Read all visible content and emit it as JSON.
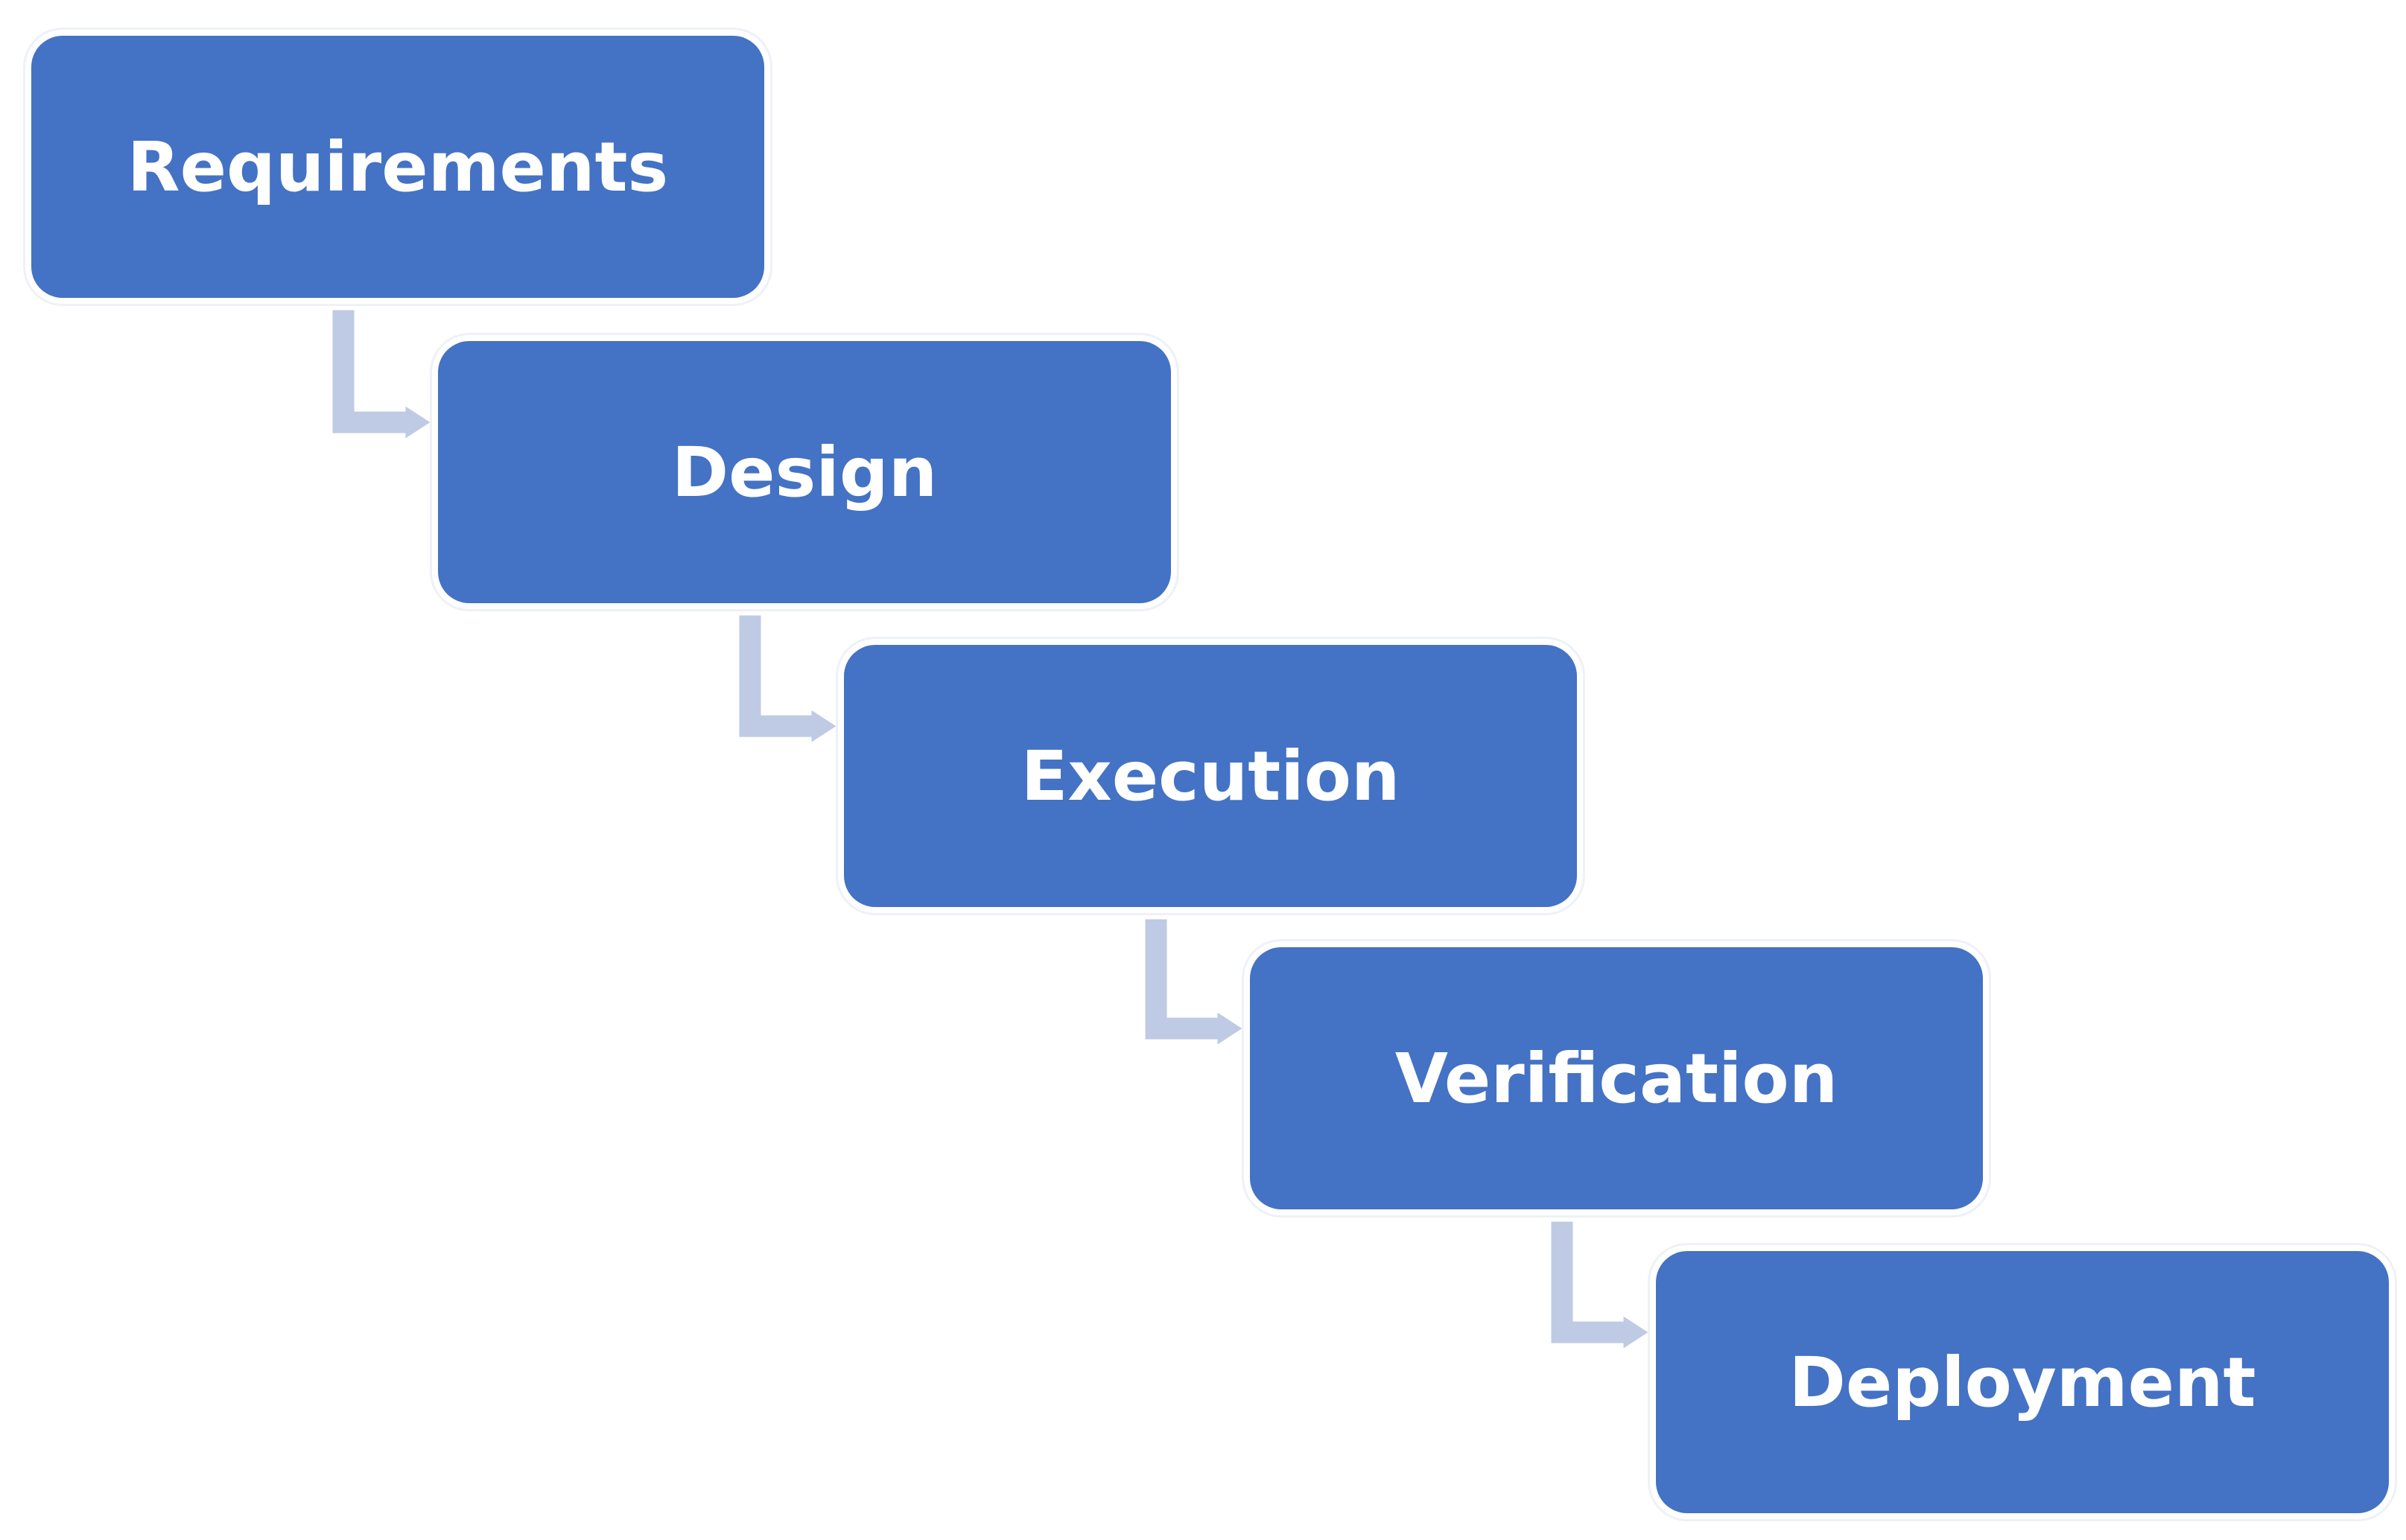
{
  "diagram": {
    "steps": [
      {
        "label": "Requirements"
      },
      {
        "label": "Design"
      },
      {
        "label": "Execution"
      },
      {
        "label": "Verification"
      },
      {
        "label": "Deployment"
      }
    ],
    "colors": {
      "box_fill": "#4472c4",
      "arrow_fill": "#bfcae4",
      "text": "#ffffff"
    }
  }
}
